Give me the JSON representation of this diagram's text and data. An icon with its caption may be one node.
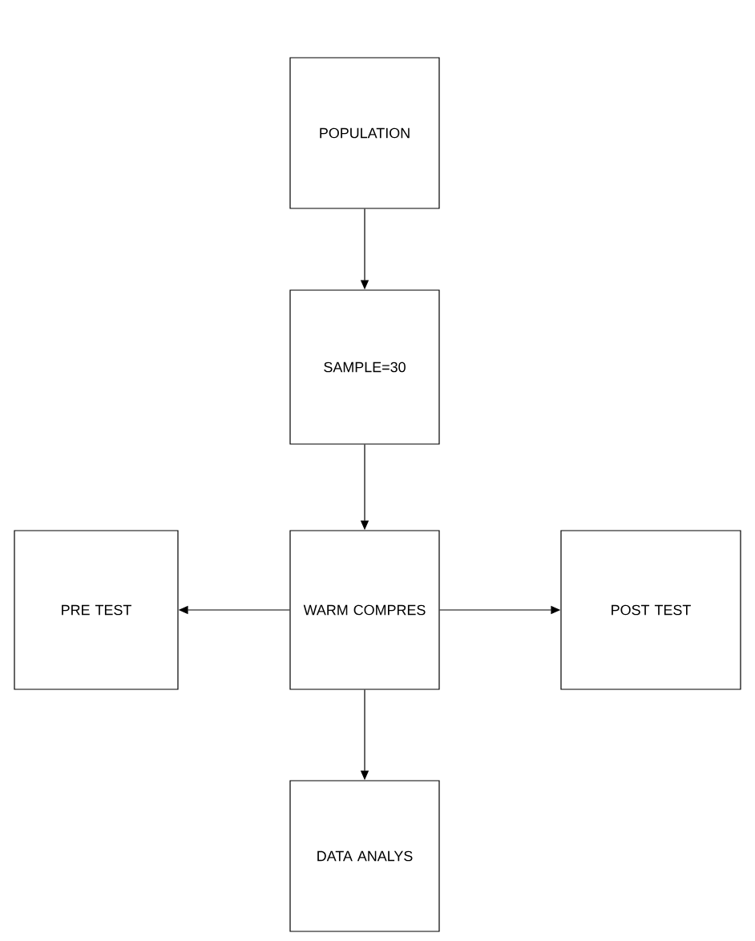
{
  "diagram": {
    "nodes": [
      {
        "text": [
          "POPULATION"
        ]
      },
      {
        "text": [
          "SAMPLE=30"
        ]
      },
      {
        "text": [
          "WARM COMPRES"
        ]
      },
      {
        "text": [
          "PRE TEST"
        ]
      },
      {
        "text": [
          "POST TEST"
        ]
      },
      {
        "text": [
          "DATA ANALYS"
        ]
      }
    ],
    "edges": [
      {
        "from": 0,
        "to": 1,
        "arrow": "to"
      },
      {
        "from": 1,
        "to": 2,
        "arrow": "to"
      },
      {
        "from": 2,
        "to": 3,
        "arrow": "to"
      },
      {
        "from": 2,
        "to": 4,
        "arrow": "to"
      },
      {
        "from": 2,
        "to": 5,
        "arrow": "to"
      }
    ]
  }
}
